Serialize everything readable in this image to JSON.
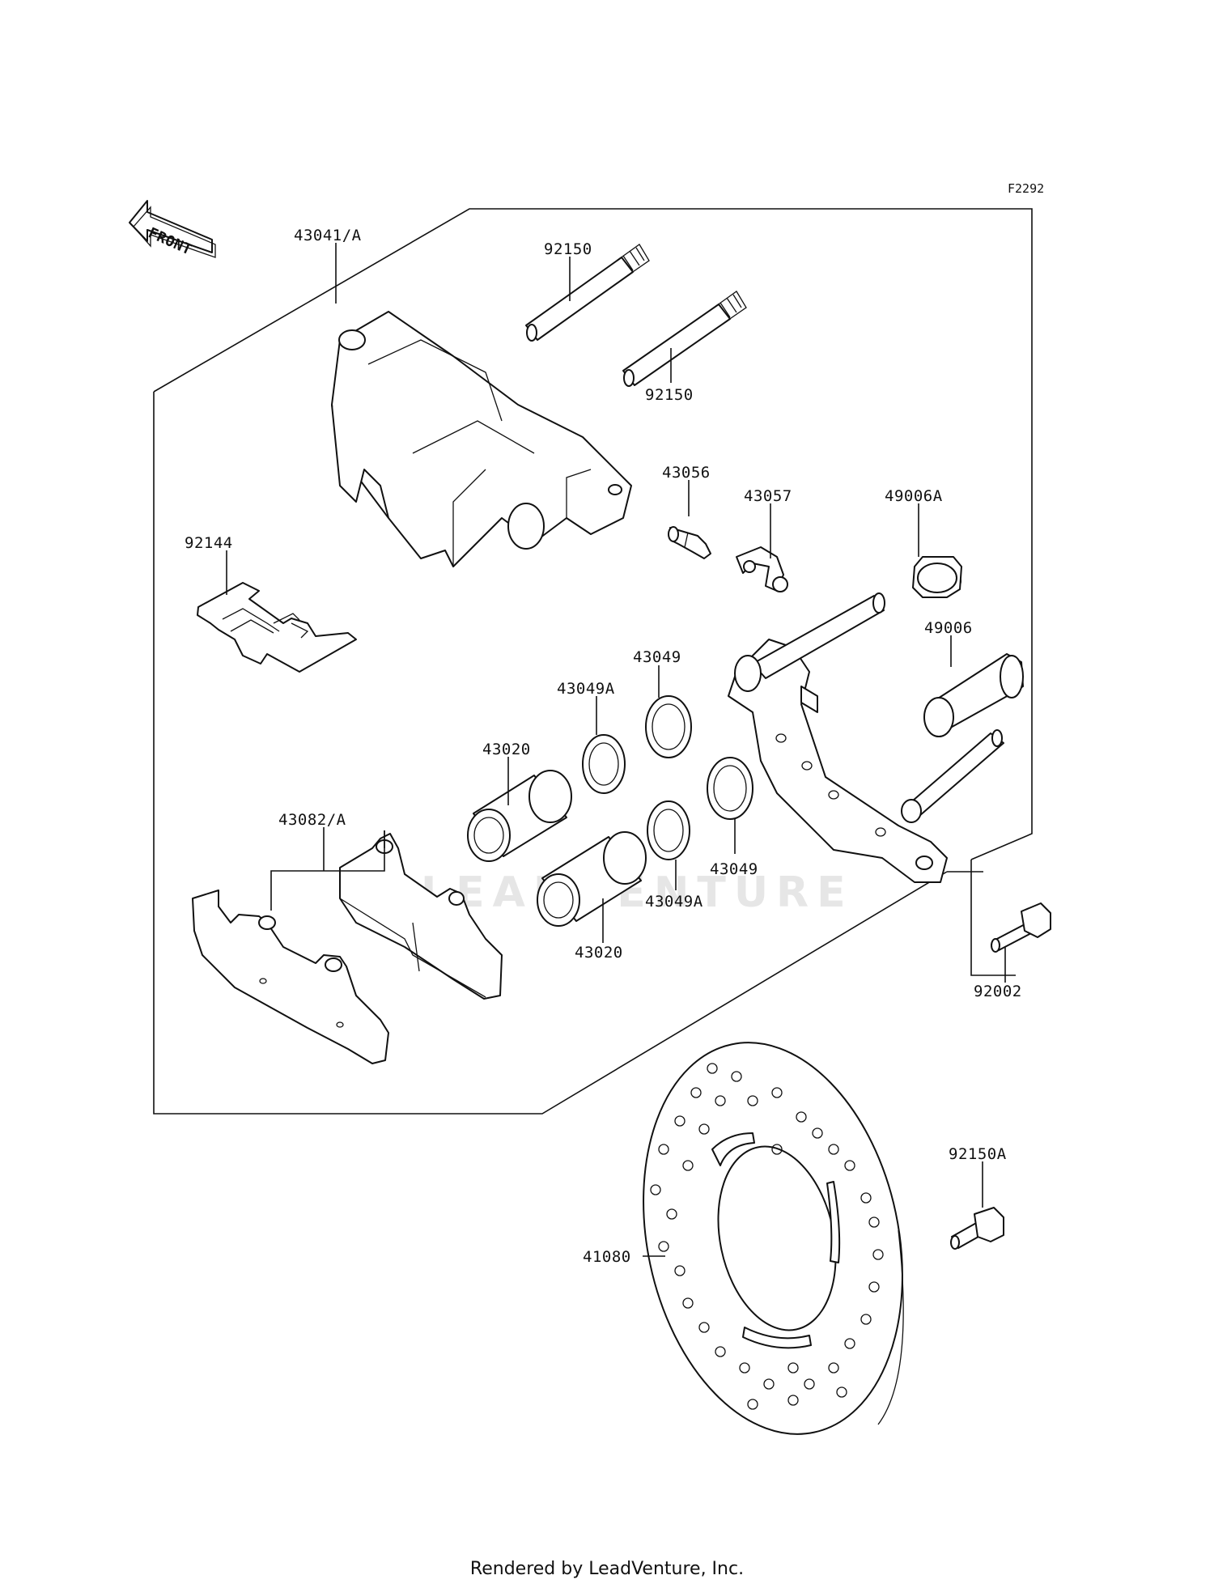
{
  "figure_code": "F2292",
  "front_label": "FRONT",
  "watermark": "LEADVENTURE",
  "footer": "Rendered by LeadVenture, Inc.",
  "callouts": [
    {
      "id": "c1",
      "text": "43041/A"
    },
    {
      "id": "c2",
      "text": "92150"
    },
    {
      "id": "c3",
      "text": "92150"
    },
    {
      "id": "c4",
      "text": "43056"
    },
    {
      "id": "c5",
      "text": "43057"
    },
    {
      "id": "c6",
      "text": "49006A"
    },
    {
      "id": "c7",
      "text": "92144"
    },
    {
      "id": "c8",
      "text": "49006"
    },
    {
      "id": "c9",
      "text": "43049"
    },
    {
      "id": "c10",
      "text": "43049A"
    },
    {
      "id": "c11",
      "text": "43020"
    },
    {
      "id": "c12",
      "text": "43082/A"
    },
    {
      "id": "c13",
      "text": "43049"
    },
    {
      "id": "c14",
      "text": "43049A"
    },
    {
      "id": "c15",
      "text": "43020"
    },
    {
      "id": "c16",
      "text": "92002"
    },
    {
      "id": "c17",
      "text": "92150A"
    },
    {
      "id": "c18",
      "text": "41080"
    }
  ]
}
